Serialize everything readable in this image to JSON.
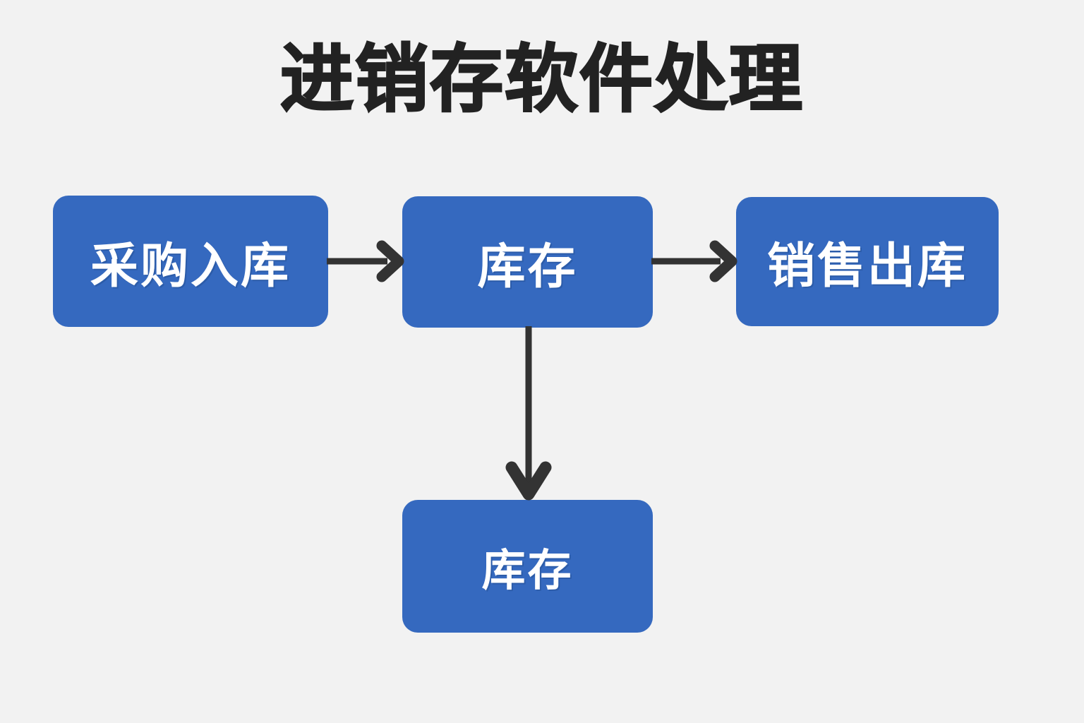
{
  "page": {
    "title": "进销存软件处理",
    "background_color": "#f2f2f2",
    "title_color": "#222222"
  },
  "theme": {
    "node_fill": "#3569bf",
    "node_text_color": "#ffffff",
    "arrow_color": "#333333"
  },
  "diagram": {
    "type": "flowchart",
    "nodes": [
      {
        "id": "purchase",
        "label": "采购入库",
        "shape": "rounded-rect",
        "fill": "#3569bf"
      },
      {
        "id": "stock_top",
        "label": "库存",
        "shape": "rounded-rect",
        "fill": "#3569bf"
      },
      {
        "id": "sales",
        "label": "销售出库",
        "shape": "rounded-rect",
        "fill": "#3569bf"
      },
      {
        "id": "stock_bot",
        "label": "库存",
        "shape": "rounded-rect",
        "fill": "#3569bf"
      }
    ],
    "edges": [
      {
        "from": "purchase",
        "to": "stock_top",
        "direction": "right",
        "style": "solid-arrow",
        "label": ""
      },
      {
        "from": "stock_top",
        "to": "sales",
        "direction": "right",
        "style": "solid-arrow",
        "label": ""
      },
      {
        "from": "stock_top",
        "to": "stock_bot",
        "direction": "down",
        "style": "solid-arrow",
        "label": ""
      }
    ]
  }
}
